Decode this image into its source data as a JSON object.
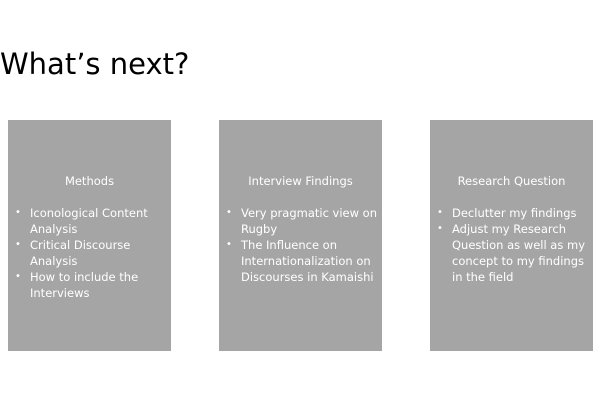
{
  "slide": {
    "title": "What’s next?",
    "cards": [
      {
        "heading": "Methods",
        "bullets": [
          "Iconological Content Analysis",
          "Critical Discourse Analysis",
          "How to include the Interviews"
        ]
      },
      {
        "heading": "Interview Findings",
        "bullets": [
          "Very pragmatic view on Rugby",
          "The Influence on Internationalization on Discourses in Kamaishi"
        ]
      },
      {
        "heading": "Research Question",
        "bullets": [
          "Declutter my findings",
          "Adjust my Research Question as well as my concept to my findings in the field"
        ]
      }
    ]
  },
  "colors": {
    "card_background": "#a5a5a5",
    "card_text": "#ffffff",
    "title_text": "#000000",
    "page_background": "#ffffff"
  }
}
